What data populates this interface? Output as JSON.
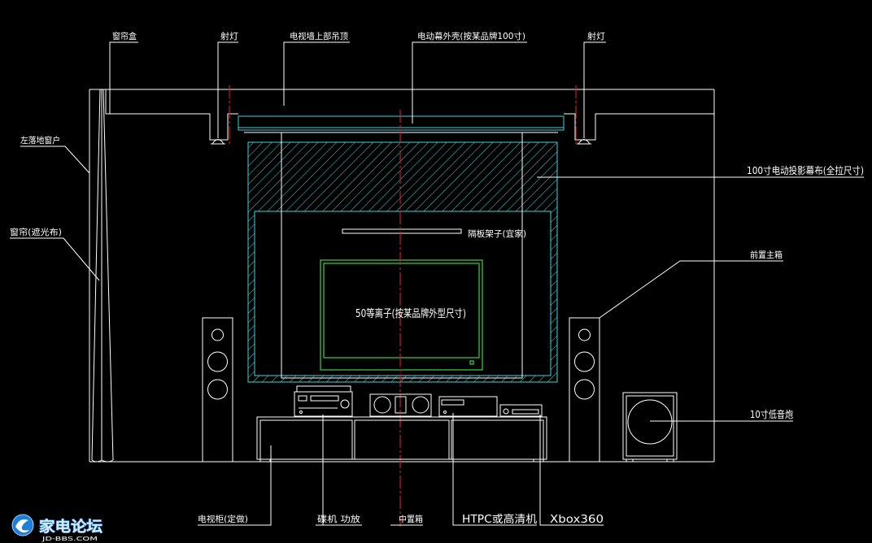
{
  "colors": {
    "background": "#000000",
    "line": "#ffffff",
    "screen": "#40d4dc",
    "tv": "#3cd23c",
    "centerline": "#c81e1e",
    "logo": "#1f7fd6"
  },
  "labels": {
    "curtain_box": "窗帘盒",
    "spotlight_left": "射灯",
    "ceiling": "电视墙上部吊顶",
    "screen_housing": "电动幕外壳(按某品牌100寸)",
    "spotlight_right": "射灯",
    "left_window": "左落地窗户",
    "curtain": "窗帘(遮光布)",
    "projection_screen": "100寸电动投影幕布(全拉尺寸)",
    "shelf": "隔板架子(宜家)",
    "front_speaker": "前置主箱",
    "tv": "50等离子(按某品牌外型尺寸)",
    "subwoofer": "10寸低音炮",
    "tv_cabinet": "电视柜(定做)",
    "player_amp": "碟机 功放",
    "center_speaker": "中置箱",
    "htpc": "HTPC或高清机",
    "xbox": "Xbox360"
  },
  "logo": {
    "name": "家电论坛",
    "site": "JD-BBS.COM"
  }
}
